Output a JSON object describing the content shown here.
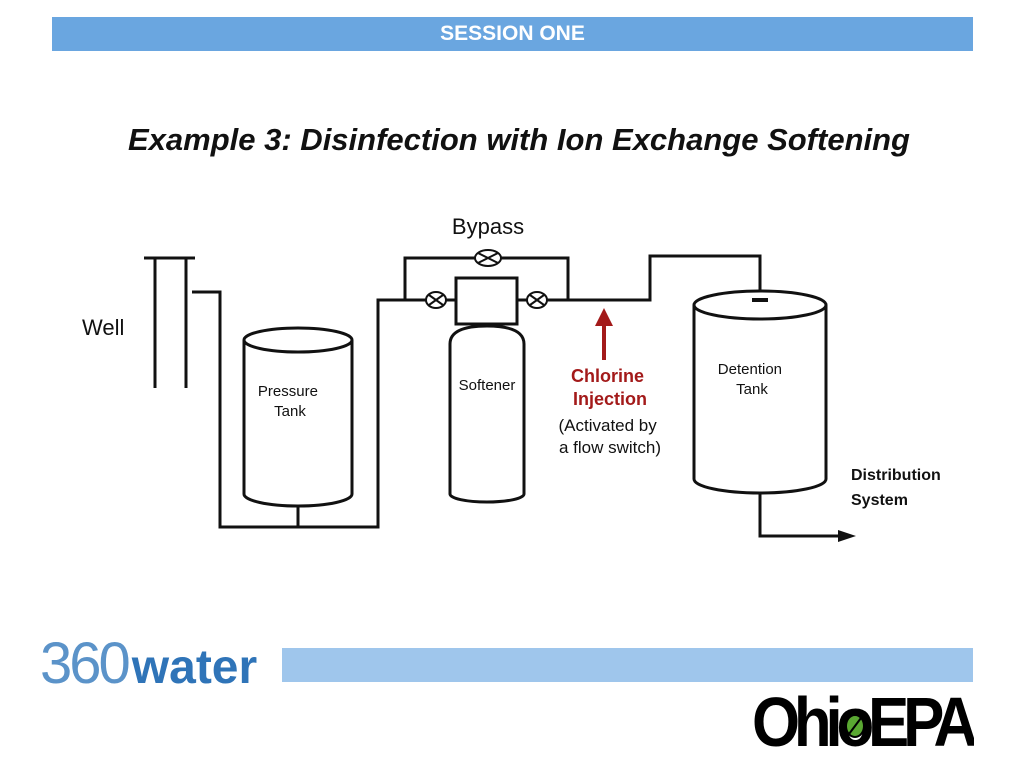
{
  "header": {
    "label": "SESSION ONE"
  },
  "title": "Example 3:  Disinfection with Ion Exchange Softening",
  "diagram": {
    "bypass": "Bypass",
    "well": "Well",
    "pressure_tank": [
      "Pressure",
      "Tank"
    ],
    "softener": "Softener",
    "chlorine_injection": [
      "Chlorine",
      "Injection"
    ],
    "activated_note": [
      "(Activated by",
      "a flow switch)"
    ],
    "detention_tank": [
      "Detention",
      "Tank"
    ],
    "distribution_system": [
      "Distribution",
      "System"
    ]
  },
  "colors": {
    "header_bar": "#6aa6e0",
    "footer_bar": "#9fc6ec",
    "chlorine_arrow": "#a31a1a",
    "logo_360": "#5b93c9",
    "logo_water": "#2f74b8",
    "epa_leaf": "#5aa832"
  },
  "logos": {
    "water_logo": {
      "number": "360",
      "word": "water"
    },
    "ohio_epa": "OhioEPA"
  }
}
